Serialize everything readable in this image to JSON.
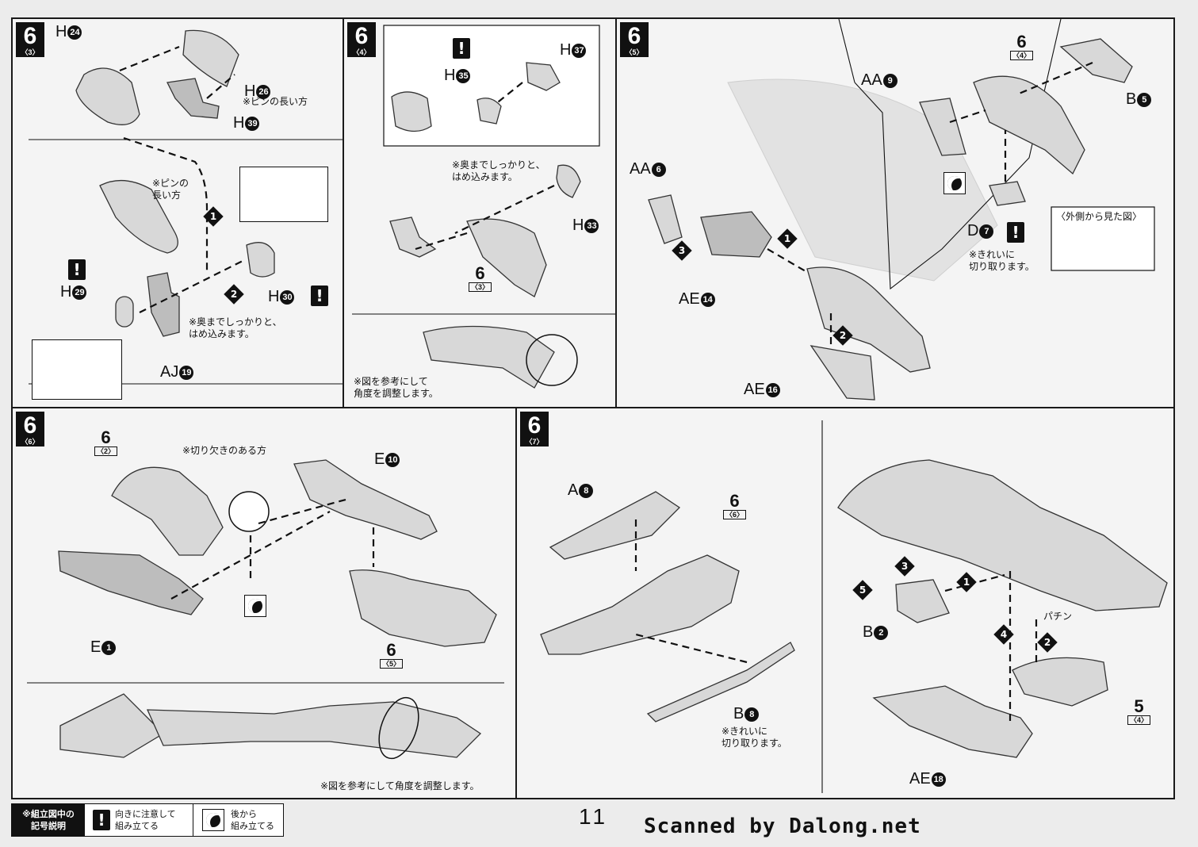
{
  "panels": {
    "p63": {
      "step": "6",
      "sub": "〈3〉",
      "labels": {
        "h24": "H",
        "h24n": "24",
        "h26": "H",
        "h26n": "26",
        "h39": "H",
        "h39n": "39",
        "h29": "H",
        "h29n": "29",
        "h30": "H",
        "h30n": "30",
        "aj19": "AJ",
        "aj19n": "19"
      },
      "notes": {
        "pin_long": "※ピンの長い方",
        "pin_long2a": "※ピンの",
        "pin_long2b": "長い方",
        "press_a": "※奥までしっかりと、",
        "press_b": "はめ込みます。"
      },
      "seq": [
        "1",
        "2"
      ],
      "warn": "!"
    },
    "p64": {
      "step": "6",
      "sub": "〈4〉",
      "labels": {
        "h37": "H",
        "h37n": "37",
        "h35": "H",
        "h35n": "35",
        "h33": "H",
        "h33n": "33"
      },
      "ref": {
        "n": "6",
        "s": "〈3〉"
      },
      "notes": {
        "press_a": "※奥までしっかりと、",
        "press_b": "はめ込みます。",
        "angle_a": "※図を参考にして",
        "angle_b": "角度を調整します。"
      },
      "warn": "!"
    },
    "p65": {
      "step": "6",
      "sub": "〈5〉",
      "labels": {
        "aa6": "AA",
        "aa6n": "6",
        "ae14": "AE",
        "ae14n": "14",
        "ae16": "AE",
        "ae16n": "16",
        "aa9": "AA",
        "aa9n": "9",
        "b5": "B",
        "b5n": "5",
        "d7": "D",
        "d7n": "7"
      },
      "ref": {
        "n": "6",
        "s": "〈4〉"
      },
      "seq": [
        "1",
        "2",
        "3"
      ],
      "notes": {
        "outside": "〈外側から見た図〉",
        "cut_a": "※きれいに",
        "cut_b": "切り取ります。"
      },
      "warn": "!"
    },
    "p66": {
      "step": "6",
      "sub": "〈6〉",
      "labels": {
        "e10": "E",
        "e10n": "10",
        "e1": "E",
        "e1n": "1"
      },
      "ref_top": {
        "n": "6",
        "s": "〈2〉"
      },
      "ref_bottom": {
        "n": "6",
        "s": "〈5〉"
      },
      "notes": {
        "notch": "※切り欠きのある方",
        "angle": "※図を参考にして角度を調整します。"
      }
    },
    "p67": {
      "step": "6",
      "sub": "〈7〉",
      "labels": {
        "a8": "A",
        "a8n": "8",
        "b8": "B",
        "b8n": "8",
        "b2": "B",
        "b2n": "2",
        "ae18": "AE",
        "ae18n": "18"
      },
      "ref_top": {
        "n": "6",
        "s": "〈6〉"
      },
      "ref_bottom": {
        "n": "5",
        "s": "〈4〉"
      },
      "seq": [
        "1",
        "2",
        "3",
        "4",
        "5"
      ],
      "notes": {
        "cut_a": "※きれいに",
        "cut_b": "切り取ります。",
        "snap": "パチン"
      }
    }
  },
  "legend": {
    "title_a": "※組立図中の",
    "title_b": "記号説明",
    "warn_symbol": "!",
    "warn_a": "向きに注意して",
    "warn_b": "組み立てる",
    "back_a": "後から",
    "back_b": "組み立てる"
  },
  "page_number": "11",
  "credit": "Scanned by Dalong.net"
}
